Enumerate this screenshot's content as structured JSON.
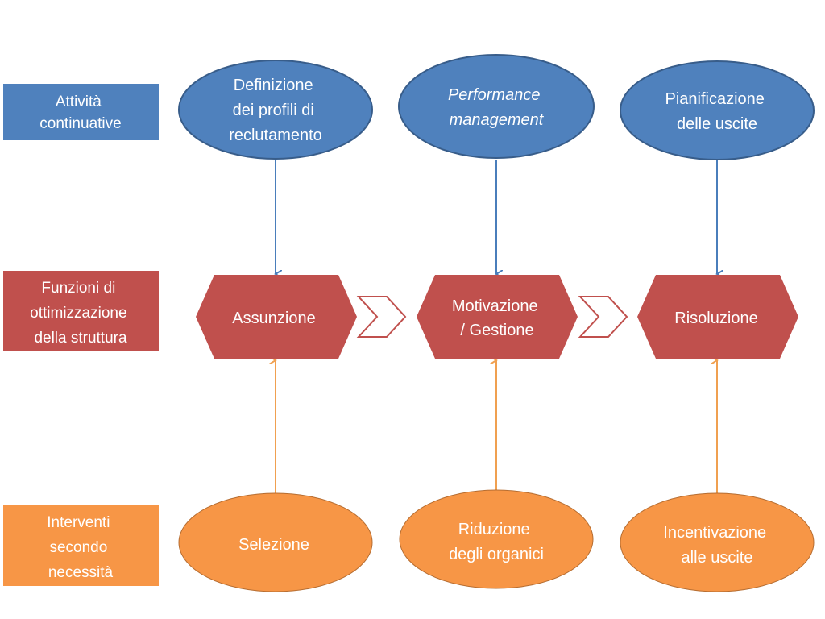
{
  "colors": {
    "blue": "#4F81BD",
    "blue_border": "#385D8A",
    "red": "#C0504D",
    "red_border": "#8C3836",
    "orange": "#F79646",
    "orange_border": "#B66D31",
    "blue_arrow": "#4A7EBB",
    "orange_arrow": "#F0A050"
  },
  "rows": {
    "top": {
      "lines": [
        "Attività",
        "continuative"
      ]
    },
    "middle": {
      "lines": [
        "Funzioni di",
        "ottimizzazione",
        "della struttura"
      ]
    },
    "bottom": {
      "lines": [
        "Interventi",
        "secondo",
        "necessità"
      ]
    }
  },
  "columns": [
    {
      "top": {
        "lines": [
          "Definizione",
          "dei profili di",
          "reclutamento"
        ]
      },
      "middle": {
        "lines": [
          "Assunzione"
        ]
      },
      "bottom": {
        "lines": [
          "Selezione"
        ]
      }
    },
    {
      "top": {
        "lines": [
          "Performance",
          "management"
        ],
        "italic": true
      },
      "middle": {
        "lines": [
          "Motivazione",
          "/ Gestione"
        ]
      },
      "bottom": {
        "lines": [
          "Riduzione",
          "degli organici"
        ]
      }
    },
    {
      "top": {
        "lines": [
          "Pianificazione",
          "delle uscite"
        ]
      },
      "middle": {
        "lines": [
          "Risoluzione"
        ]
      },
      "bottom": {
        "lines": [
          "Incentivazione",
          "alle uscite"
        ]
      }
    }
  ]
}
